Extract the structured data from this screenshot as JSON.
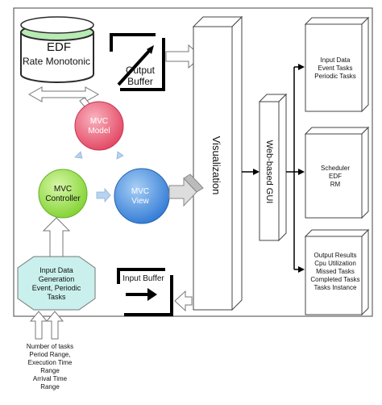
{
  "database": {
    "line1": "EDF",
    "line2": "Rate Monotonic"
  },
  "output_buffer": {
    "line1": "Output",
    "line2": "Buffer"
  },
  "input_buffer": {
    "label": "Input Buffer"
  },
  "mvc_model": {
    "line1": "MVC",
    "line2": "Model"
  },
  "mvc_controller": {
    "line1": "MVC",
    "line2": "Controller"
  },
  "mvc_view": {
    "line1": "MVC",
    "line2": "View"
  },
  "visualization": {
    "label": "Visualization"
  },
  "web_gui": {
    "label": "Web-based GUI"
  },
  "input_generation": {
    "lines": [
      "Input Data",
      "Generation",
      "Event, Periodic",
      "Tasks"
    ]
  },
  "params": {
    "lines": [
      "Number of tasks",
      "Period Range,",
      "Execution Time",
      "Range",
      "Arrival Time",
      "Range"
    ]
  },
  "panels": [
    {
      "lines": [
        "Input Data",
        "Event Tasks",
        "Periodic Tasks"
      ]
    },
    {
      "lines": [
        "Scheduler",
        "EDF",
        "RM"
      ]
    },
    {
      "lines": [
        "Output Results",
        "Cpu Utilization",
        "Missed Tasks",
        "Completed Tasks",
        "Tasks Instance"
      ]
    }
  ],
  "colors": {
    "model": "#ec5c74",
    "controller": "#9be04a",
    "view": "#3f8be0",
    "generation": "#c9f0ec",
    "database": "#b8eab4"
  }
}
